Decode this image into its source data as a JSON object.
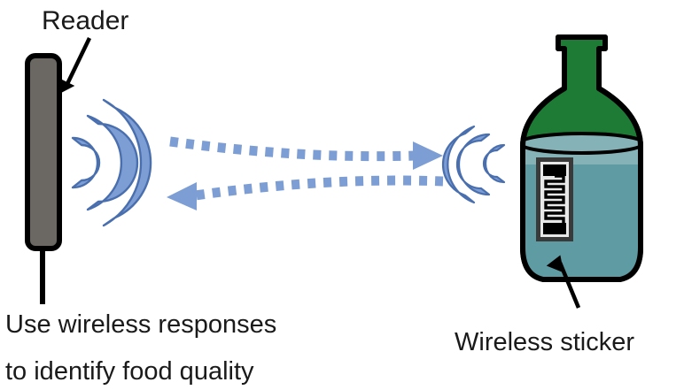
{
  "figure": {
    "title": "Wireless sticker food quality sensing diagram",
    "background_color": "#ffffff"
  },
  "labels": {
    "reader": "Reader",
    "caption_line1": "Use wireless responses",
    "caption_line2": "to identify food quality",
    "sticker": "Wireless sticker"
  },
  "colors": {
    "reader_body": "#6b6762",
    "reader_outline": "#000000",
    "wave_fill": "#7d9ed4",
    "wave_outline": "#4a6fae",
    "arrow_dotted": "#7d9ed4",
    "bottle_glass": "#1e7b35",
    "bottle_liquid": "#5f9ba3",
    "bottle_liquid_light": "#84b2b6",
    "bottle_outline": "#000000",
    "sticker_substrate": "#e8e8e8",
    "sticker_trace": "#000000",
    "sticker_border": "#3a3a3a",
    "text": "#1a1a1a"
  },
  "elements": {
    "reader_antenna": "reader-antenna-bar",
    "reader_cable": "reader-cable",
    "reader_callout_arrow": "reader-callout-arrow",
    "reader_waves": "reader-radio-waves",
    "tag_waves": "tag-radio-waves",
    "forward_link": "forward-dotted-arrow",
    "reverse_link": "reverse-dotted-arrow",
    "bottle": "bottle",
    "bottle_liquid": "bottle-liquid",
    "wireless_sticker": "wireless-sticker-tag",
    "sticker_callout_arrow": "sticker-callout-arrow"
  },
  "sticker": {
    "description": "meander-line antenna sticker",
    "meander_turns": 8,
    "pads": 2
  },
  "waves": {
    "reader_arc_count": 3,
    "tag_arc_count": 3,
    "reader_direction": "right",
    "tag_direction": "left"
  },
  "links": {
    "forward_dash_count": 18,
    "reverse_dash_count": 17,
    "forward_direction": "reader-to-tag",
    "reverse_direction": "tag-to-reader"
  }
}
